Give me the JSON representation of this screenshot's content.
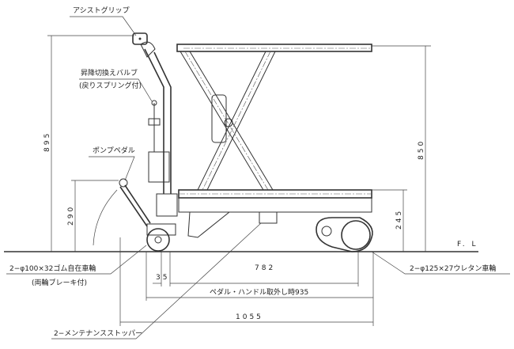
{
  "labels": {
    "assist_grip": "アシストグリップ",
    "valve": "昇降切換えバルブ",
    "valve_note": "(戻りスプリング付)",
    "pump_pedal": "ポンプペダル",
    "front_caster": "2−φ100×32ゴム自在車輪",
    "front_caster_note": "(両輪ブレーキ付)",
    "rear_wheel": "2−φ125×27ウレタン車輪",
    "stopper": "2−メンテナンスストッパー",
    "floor_level": "F. L"
  },
  "dimensions": {
    "overall_height": "895",
    "pedal_height": "290",
    "max_table_height": "850",
    "min_table_height": "245",
    "wheel_offset": "35",
    "wheelbase": "782",
    "length_without_handle": "ペダル・ハンドル取外し時935",
    "overall_length": "1055"
  }
}
